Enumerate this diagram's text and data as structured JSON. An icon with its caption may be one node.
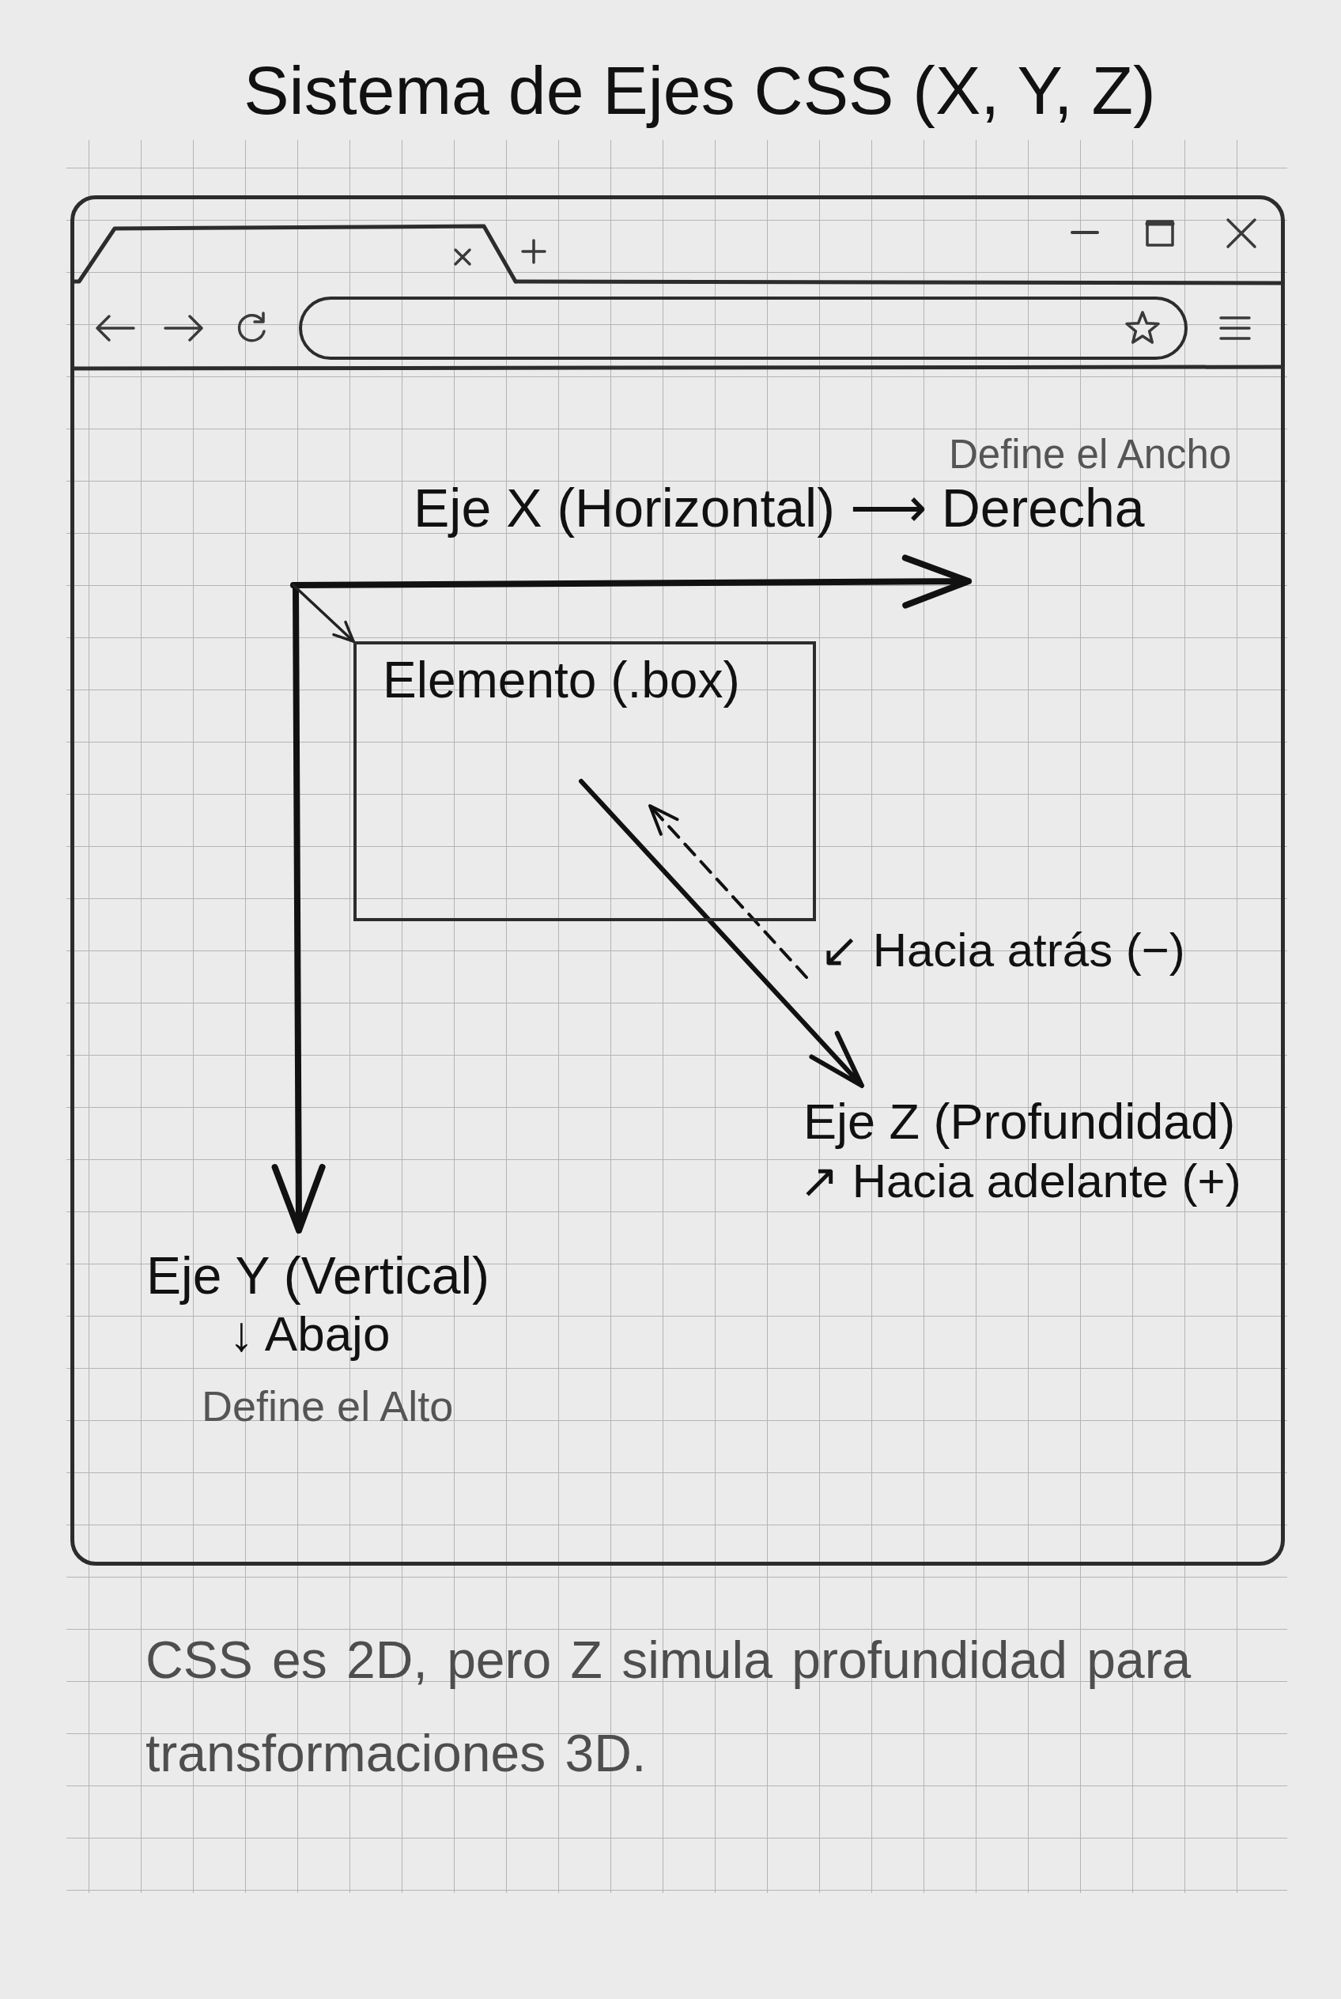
{
  "diagram": {
    "title": "Sistema de Ejes CSS (X, Y, Z)",
    "caption": "CSS es 2D, pero Z simula profundidad para transformaciones 3D.",
    "nodes": [
      {
        "text": [
          "Define el Ancho",
          "Eje X (Horizontal) ⟶ Derecha",
          "↙ Hacia atrás (−)",
          "Eje Z (Profundidad)",
          "↗ Hacia adelante (+)",
          "Eje Y (Vertical)",
          "↓ Abajo",
          "Define el Alto"
        ]
      },
      {
        "text": [
          "Elemento (.box)"
        ],
        "in": 0
      }
    ],
    "edges": [
      {
        "from": null,
        "to": 1,
        "arrow": "to"
      }
    ]
  }
}
